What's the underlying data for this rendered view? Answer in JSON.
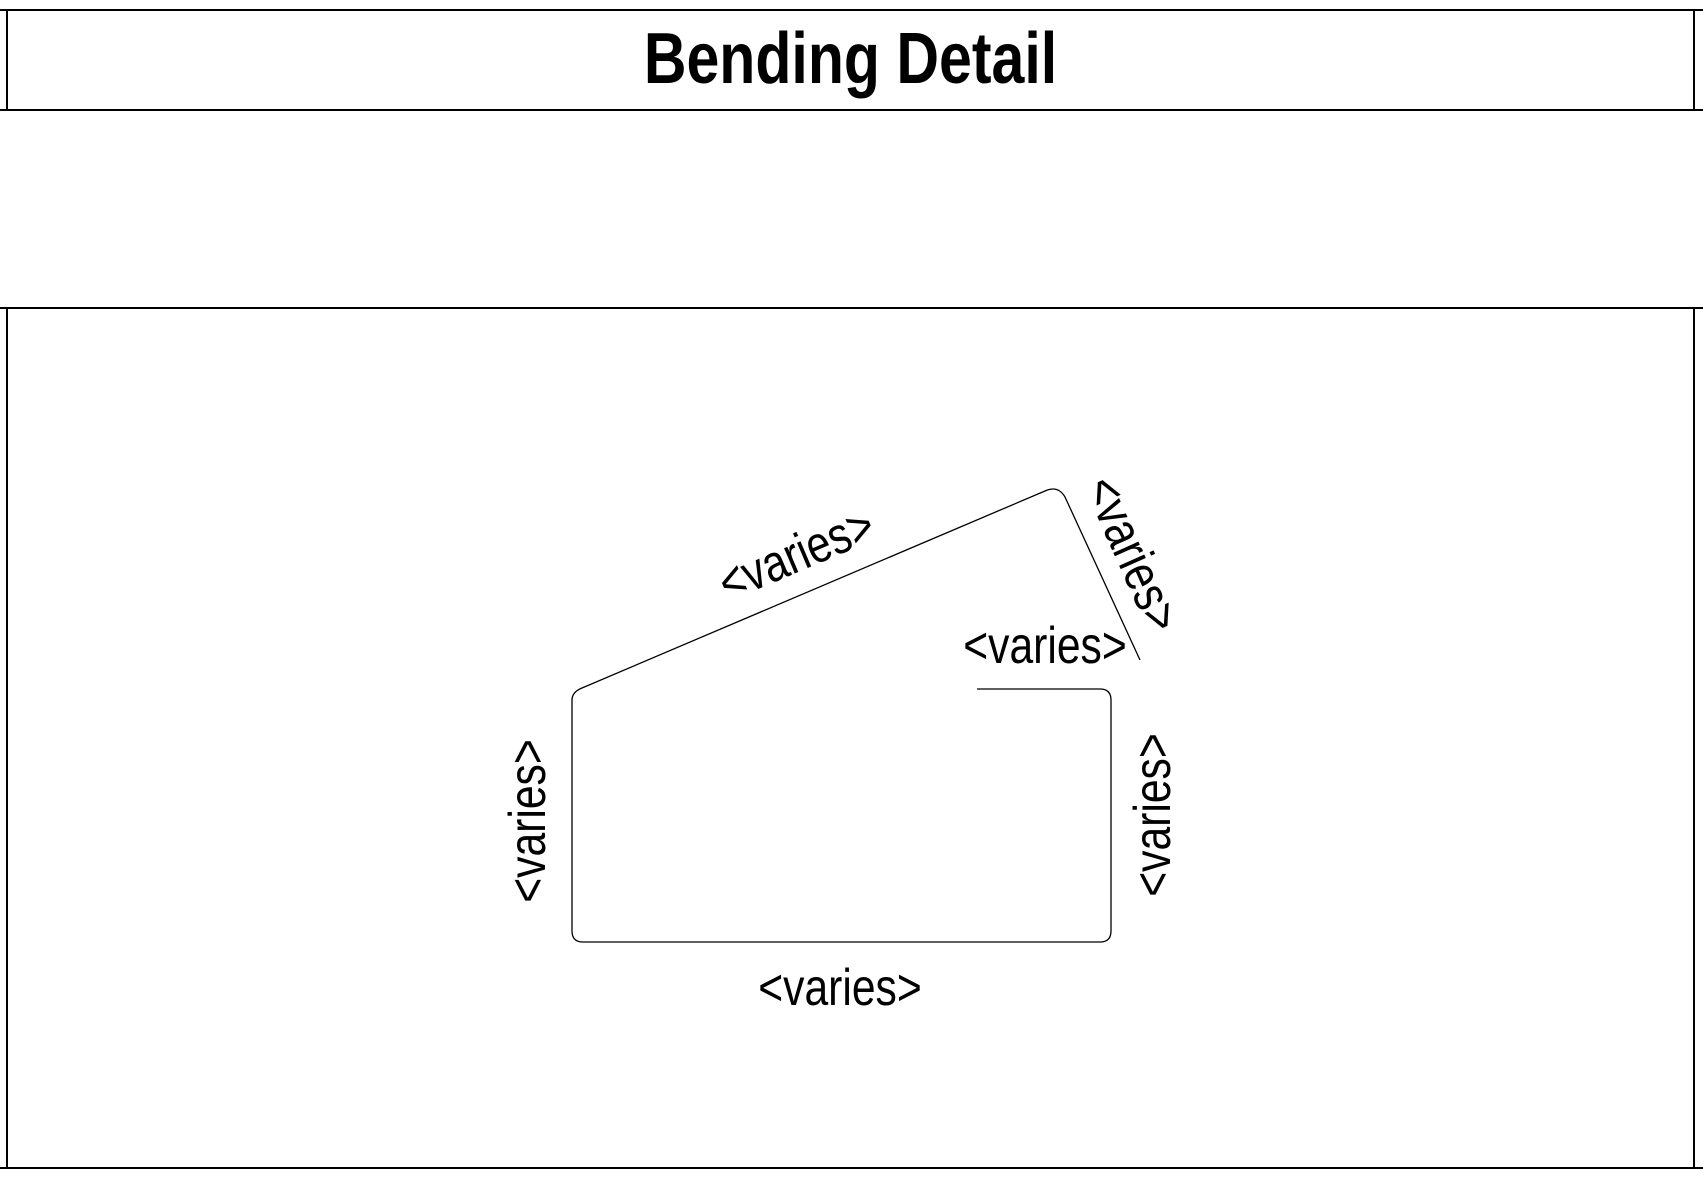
{
  "header": {
    "title": "Bending Detail"
  },
  "drawing": {
    "stroke_color": "#000000",
    "background": "#ffffff",
    "shape": "bent bar outline with rounded corners",
    "dimensions": {
      "top_diagonal": "<varies>",
      "right_slanted": "<varies>",
      "inner_top": "<varies>",
      "left_vertical": "<varies>",
      "right_vertical": "<varies>",
      "bottom": "<varies>"
    }
  }
}
